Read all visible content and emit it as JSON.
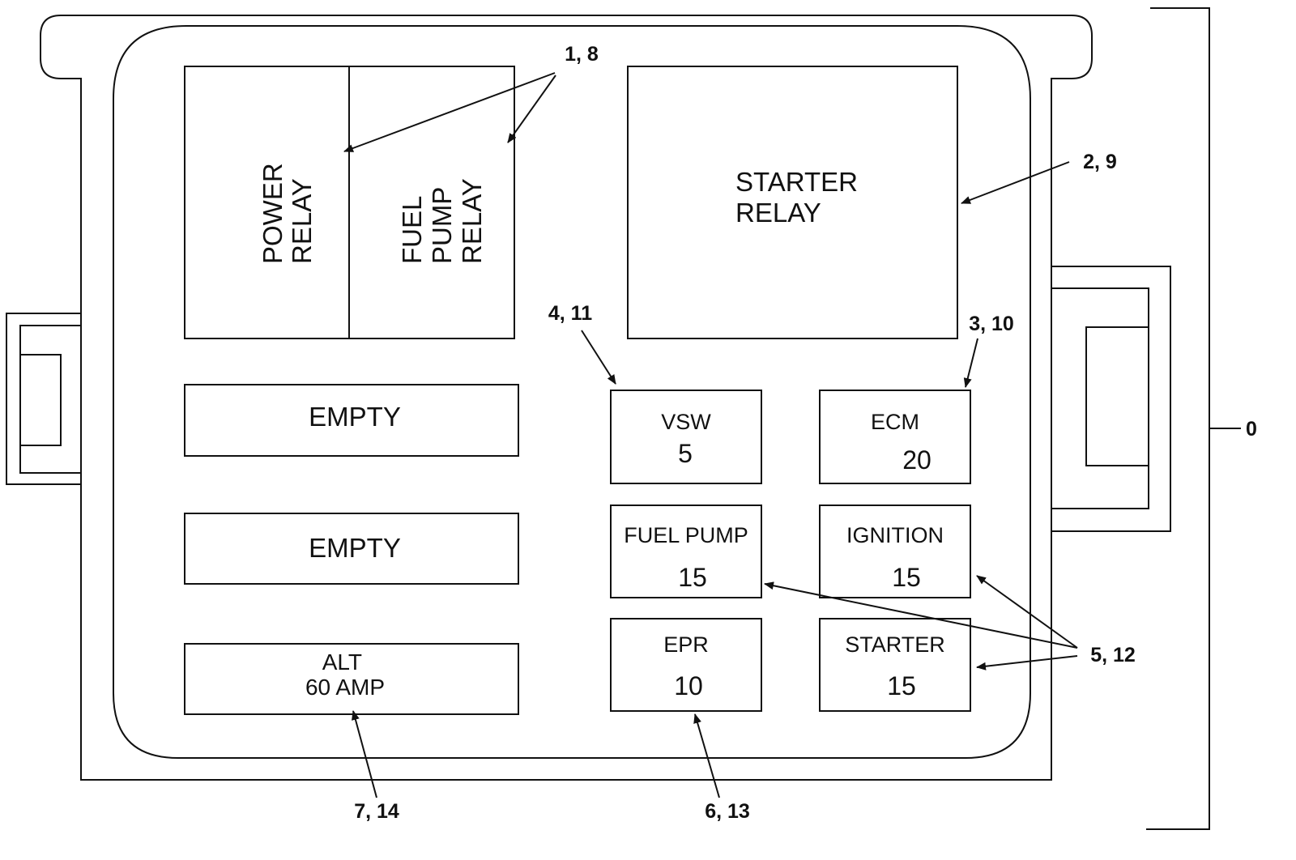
{
  "relays": {
    "power_relay": [
      "POWER",
      "RELAY"
    ],
    "fuel_pump_relay": [
      "FUEL",
      "PUMP",
      "RELAY"
    ],
    "starter_relay": [
      "STARTER",
      "RELAY"
    ]
  },
  "slots": {
    "empty_1": "EMPTY",
    "empty_2": "EMPTY",
    "alt": [
      "ALT",
      "60 AMP"
    ]
  },
  "fuses": [
    {
      "name": "VSW",
      "rating": "5"
    },
    {
      "name": "ECM",
      "rating": "20"
    },
    {
      "name": "FUEL PUMP",
      "rating": "15"
    },
    {
      "name": "IGNITION",
      "rating": "15"
    },
    {
      "name": "EPR",
      "rating": "10"
    },
    {
      "name": "STARTER",
      "rating": "15"
    }
  ],
  "callouts": {
    "c1": "1, 8",
    "c2": "2, 9",
    "c3": "3, 10",
    "c4": "4, 11",
    "c5": "5, 12",
    "c6": "6, 13",
    "c7": "7, 14",
    "c0": "0"
  }
}
